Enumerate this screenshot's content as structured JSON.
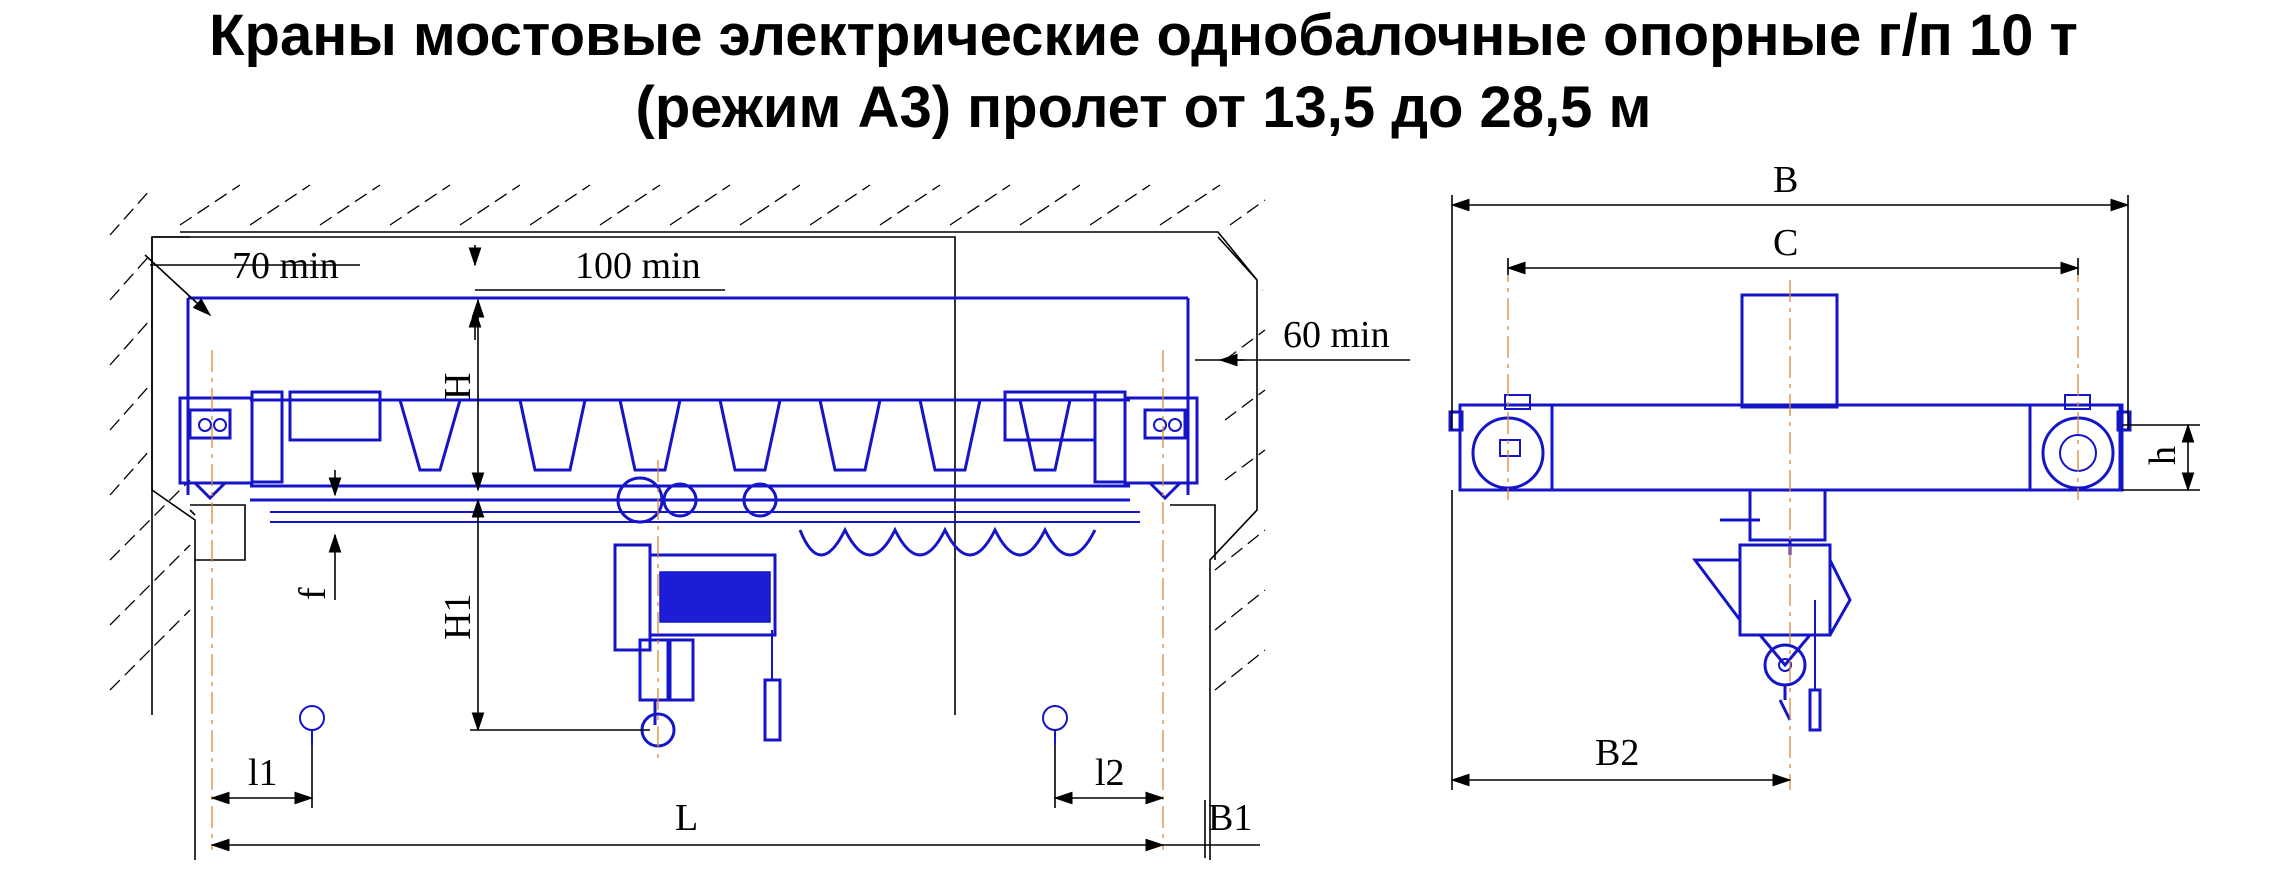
{
  "title": {
    "line1": "Краны мостовые электрические однобалочные опорные г/п 10 т",
    "line2": "(режим А3) пролет от 13,5 до 28,5 м"
  },
  "front_view": {
    "dims": {
      "clear_left": "70 min",
      "clear_top": "100 min",
      "clear_right": "60 min",
      "height_top": "H",
      "deflection": "f",
      "height_hook": "H1",
      "hook_left": "l1",
      "hook_right": "l2",
      "span": "L",
      "rail_offset": "B1"
    }
  },
  "side_view": {
    "dims": {
      "base_width": "B",
      "wheel_base": "C",
      "beam_height": "h",
      "hook_offset": "B2"
    }
  },
  "colors": {
    "drawing": "#1515c8",
    "dimension": "#000000",
    "axis": "#d88a3a"
  }
}
